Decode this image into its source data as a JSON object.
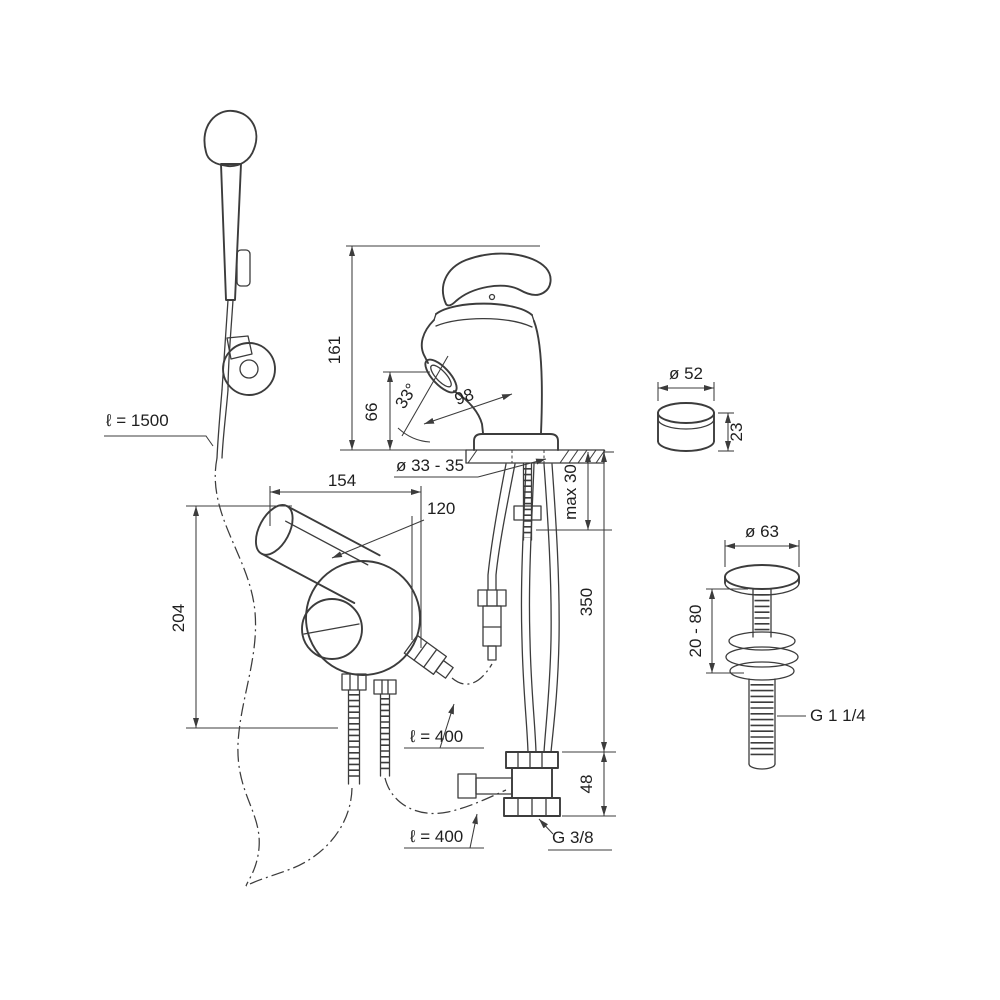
{
  "colors": {
    "line": "#3c3c3c",
    "text": "#1f1f1f",
    "background": "#ffffff"
  },
  "labels": {
    "shower_hose_length": "ℓ = 1500",
    "faucet_height": "161",
    "spout_height": "66",
    "spout_angle": "33°",
    "spout_reach": "98",
    "mount_hole_dia": "ø 33 - 35",
    "valve_width": "154",
    "valve_depth": "120",
    "valve_height": "204",
    "deck_max_thickness": "max 30",
    "below_deck_height": "350",
    "elbow_height": "48",
    "hose_mid_length": "ℓ = 400",
    "hose_bottom_length": "ℓ = 400",
    "supply_thread": "G 3/8",
    "cap_dia": "ø 52",
    "cap_height": "23",
    "waste_cap_dia": "ø 63",
    "waste_adjust_range": "20 - 80",
    "waste_thread": "G 1 1/4"
  }
}
